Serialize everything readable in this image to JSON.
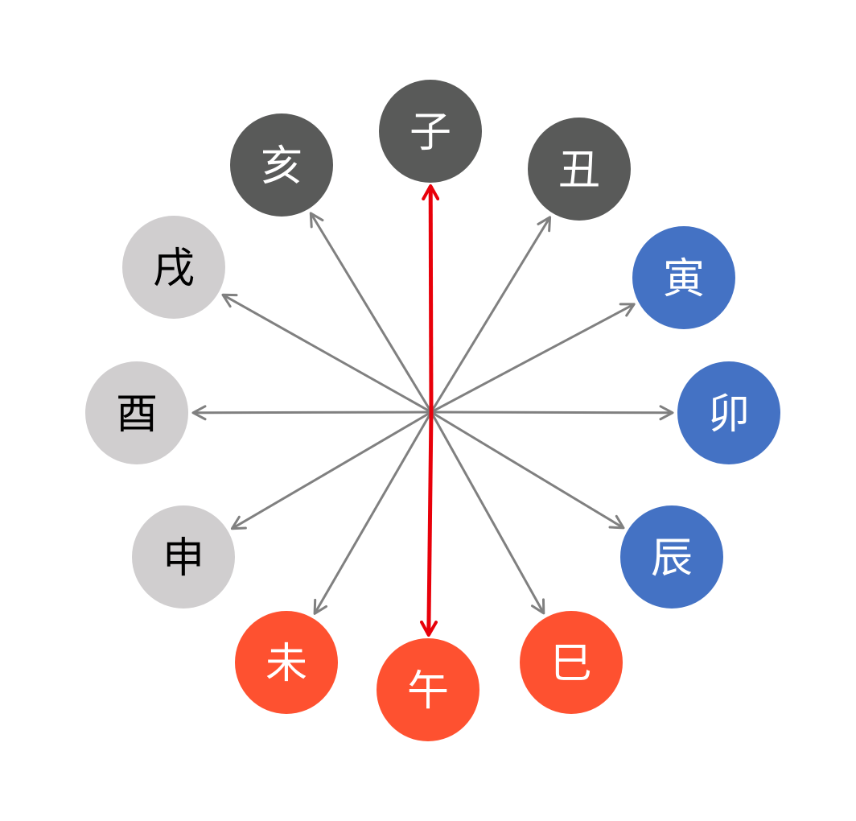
{
  "colors": {
    "background": "#ffffff",
    "arrow": "#808080",
    "highlight_arrow": "#e8000a",
    "dark_group": "#595a59",
    "blue_group": "#4472c4",
    "red_group": "#fe5130",
    "light_group": "#d0cecf",
    "label_on_dark": "#ffffff",
    "label_on_light": "#000000"
  },
  "branches": [
    {
      "id": "zi",
      "label": "子",
      "group": "dark_group",
      "text_color": "label_on_dark"
    },
    {
      "id": "chou",
      "label": "丑",
      "group": "dark_group",
      "text_color": "label_on_dark"
    },
    {
      "id": "yin",
      "label": "寅",
      "group": "blue_group",
      "text_color": "label_on_dark"
    },
    {
      "id": "mao",
      "label": "卯",
      "group": "blue_group",
      "text_color": "label_on_dark"
    },
    {
      "id": "chen",
      "label": "辰",
      "group": "blue_group",
      "text_color": "label_on_dark"
    },
    {
      "id": "si",
      "label": "巳",
      "group": "red_group",
      "text_color": "label_on_dark"
    },
    {
      "id": "wu",
      "label": "午",
      "group": "red_group",
      "text_color": "label_on_dark"
    },
    {
      "id": "wei",
      "label": "未",
      "group": "red_group",
      "text_color": "label_on_dark"
    },
    {
      "id": "shen",
      "label": "申",
      "group": "light_group",
      "text_color": "label_on_light"
    },
    {
      "id": "you",
      "label": "酉",
      "group": "light_group",
      "text_color": "label_on_light"
    },
    {
      "id": "xu",
      "label": "戌",
      "group": "light_group",
      "text_color": "label_on_light"
    },
    {
      "id": "hai",
      "label": "亥",
      "group": "dark_group",
      "text_color": "label_on_dark"
    }
  ],
  "highlighted_axis": [
    "zi",
    "wu"
  ]
}
